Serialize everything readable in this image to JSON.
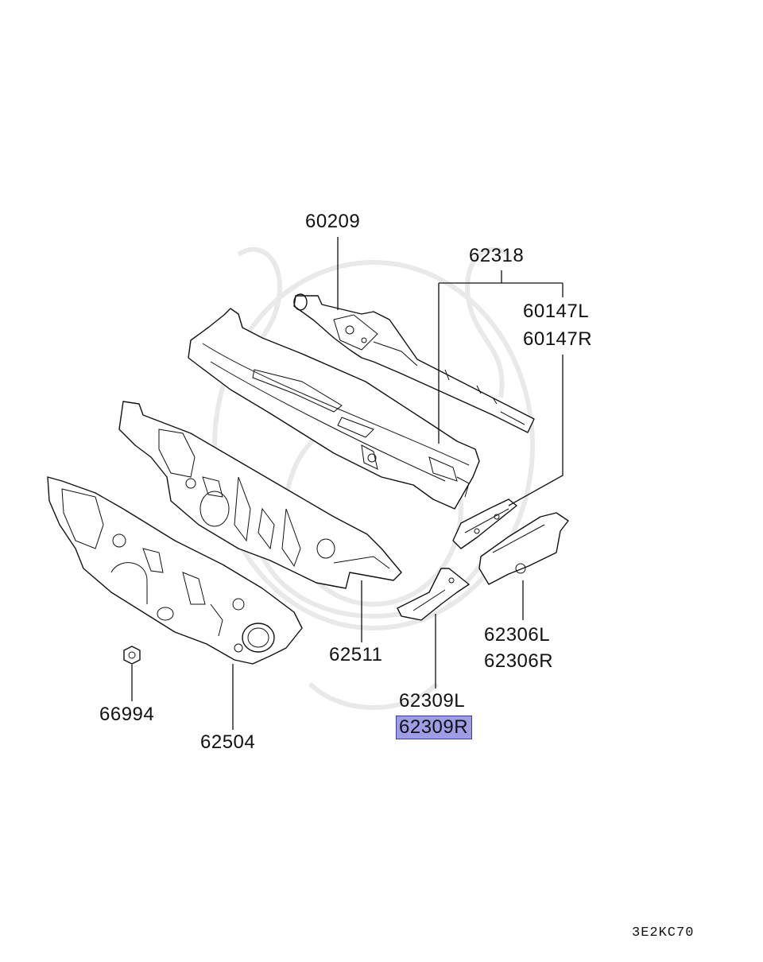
{
  "labels": {
    "p60209": "60209",
    "p62318": "62318",
    "p60147L": "60147L",
    "p60147R": "60147R",
    "p62511": "62511",
    "p62306L": "62306L",
    "p62306R": "62306R",
    "p62309L": "62309L",
    "p62309R": "62309R",
    "p66994": "66994",
    "p62504": "62504"
  },
  "highlight_color": "#9d9ee6",
  "diagram_code": "3E2KC70"
}
